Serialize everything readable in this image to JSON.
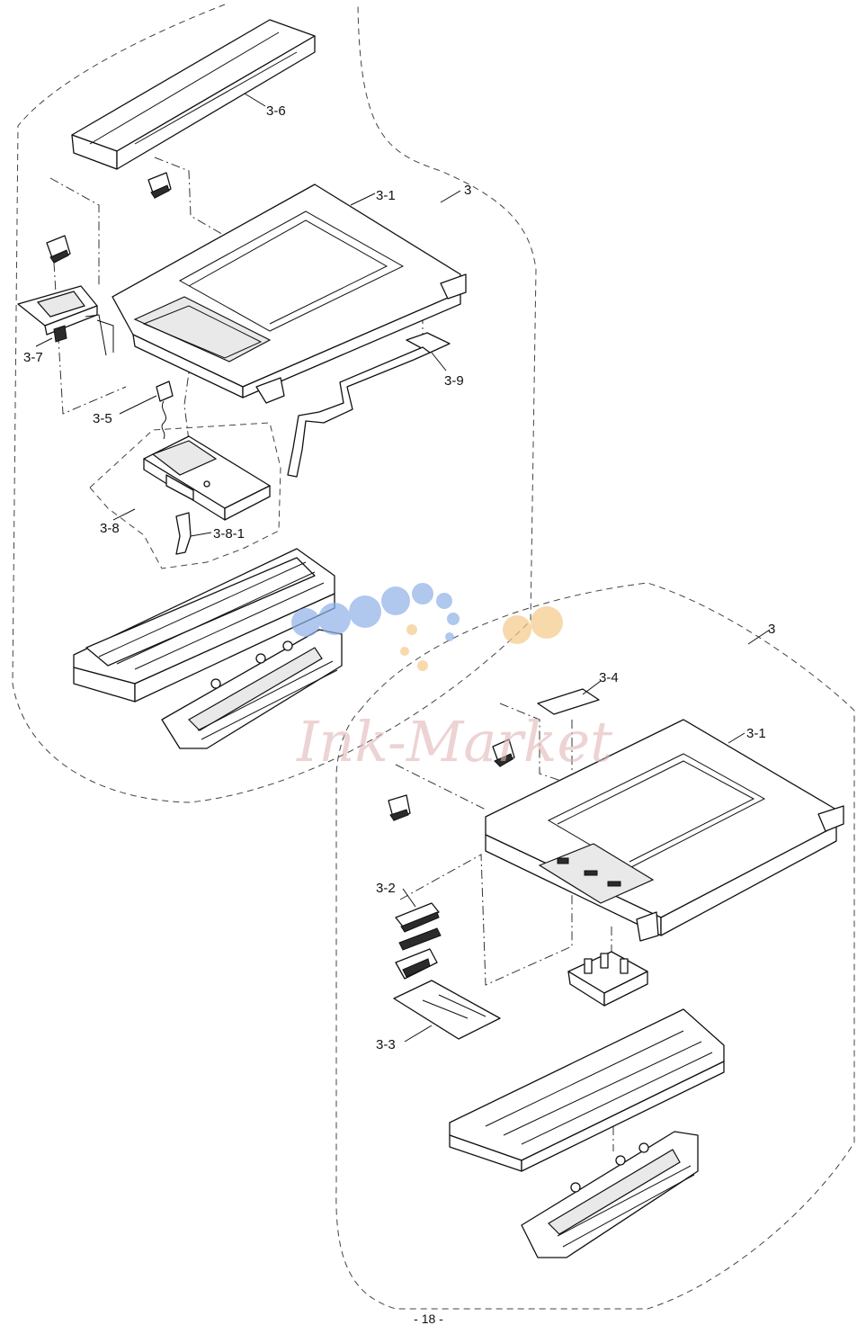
{
  "callouts": {
    "c3_6": "3-6",
    "c3_1_top": "3-1",
    "c3_top": "3",
    "c3_7": "3-7",
    "c3_9": "3-9",
    "c3_5": "3-5",
    "c3_8": "3-8",
    "c3_8_1": "3-8-1",
    "c3_bottom": "3",
    "c3_4": "3-4",
    "c3_1_bottom": "3-1",
    "c3_2": "3-2",
    "c3_3": "3-3"
  },
  "watermark": {
    "text": "Ink-Market",
    "dot_colors": [
      "#8fb0e8",
      "#f5c98a"
    ]
  },
  "footer": {
    "page_number": "- 18 -"
  }
}
